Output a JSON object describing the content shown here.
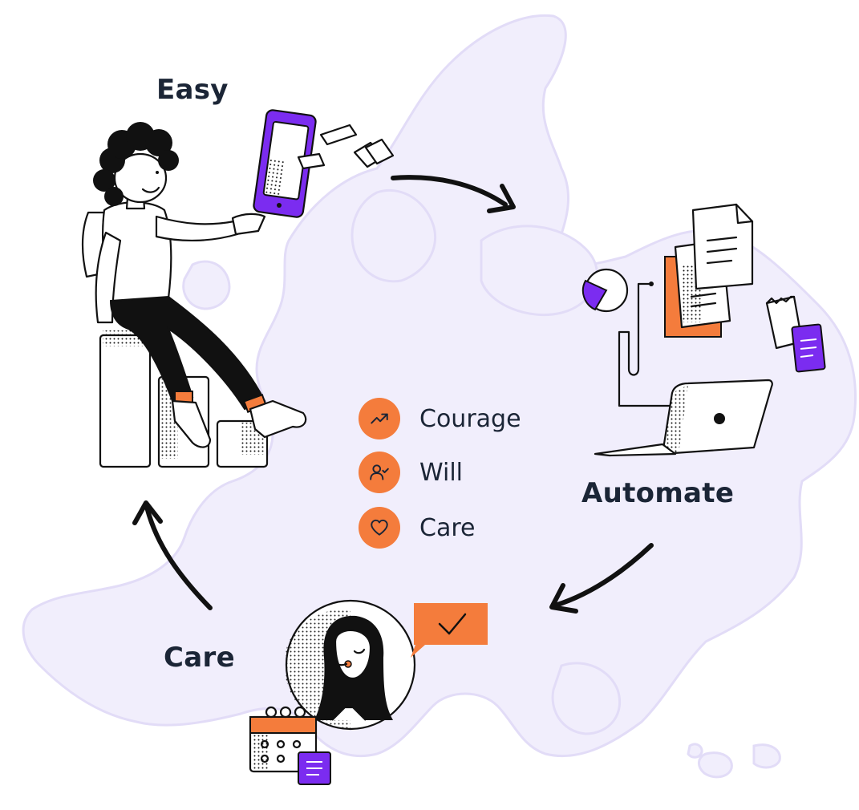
{
  "stages": {
    "easy": "Easy",
    "automate": "Automate",
    "care": "Care"
  },
  "values": [
    {
      "label": "Courage",
      "icon": "trending-up-icon"
    },
    {
      "label": "Will",
      "icon": "user-check-icon"
    },
    {
      "label": "Care",
      "icon": "heart-icon"
    }
  ],
  "colors": {
    "accent": "#f47c3c",
    "purple": "#7b2cf0",
    "map": "#f1eefc",
    "map_edge": "#e2dcf7",
    "ink": "#111111",
    "text": "#1b2536"
  }
}
